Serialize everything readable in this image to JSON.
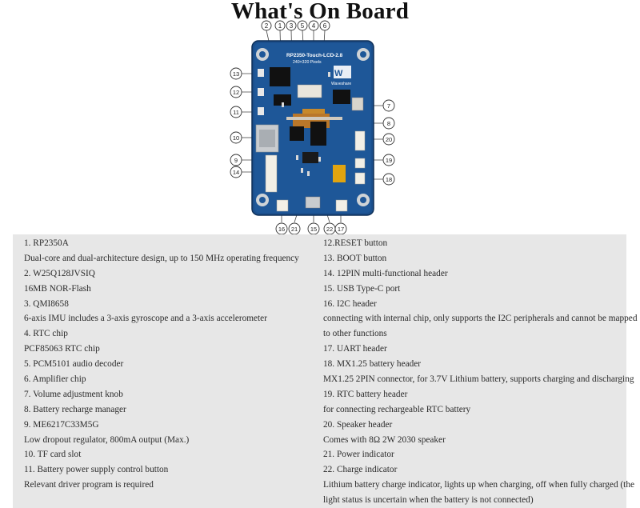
{
  "title": "What's On Board",
  "board": {
    "silk_model": "RP2350-Touch-LCD-2.8",
    "silk_res": "240×320 Pixels",
    "brand": "Waveshare"
  },
  "callouts": {
    "n1": "1",
    "n2": "2",
    "n3": "3",
    "n4": "4",
    "n5": "5",
    "n6": "6",
    "n7": "7",
    "n8": "8",
    "n9": "9",
    "n10": "10",
    "n11": "11",
    "n12": "12",
    "n13": "13",
    "n14": "14",
    "n15": "15",
    "n16": "16",
    "n17": "17",
    "n18": "18",
    "n19": "19",
    "n20": "20",
    "n21": "21",
    "n22": "22"
  },
  "left_lines": [
    "1. RP2350A",
    "Dual-core and dual-architecture design, up to 150 MHz operating frequency",
    "2. W25Q128JVSIQ",
    "16MB NOR-Flash",
    "3. QMI8658",
    "6-axis IMU includes a 3-axis gyroscope and a 3-axis accelerometer",
    "4. RTC chip",
    "PCF85063 RTC chip",
    "5. PCM5101 audio decoder",
    "6. Amplifier chip",
    "7. Volume adjustment knob",
    "8. Battery recharge manager",
    "9. ME6217C33M5G",
    "Low dropout regulator, 800mA output (Max.)",
    "10. TF card slot",
    "11. Battery power supply control button",
    "Relevant driver program is required"
  ],
  "right_lines": [
    "12.RESET button",
    "13. BOOT button",
    "14. 12PIN multi-functional header",
    "15. USB Type-C port",
    "16. I2C header",
    "connecting with internal chip, only supports the I2C peripherals and cannot be mapped",
    "to other functions",
    "17. UART header",
    "18. MX1.25 battery header",
    "MX1.25 2PIN connector, for 3.7V Lithium battery, supports charging and discharging",
    "19. RTC battery header",
    "for connecting rechargeable RTC battery",
    "20. Speaker header",
    "Comes with 8Ω 2W 2030 speaker",
    "21. Power indicator",
    "22. Charge indicator",
    "Lithium battery charge indicator, lights up when charging, off when fully charged (the",
    "light status is uncertain when the battery is not connected)"
  ],
  "colors": {
    "pcb": "#1b4f8c",
    "pcb_dark": "#143d6e",
    "panel_bg": "#e7e7e7",
    "callout": "#333333"
  }
}
